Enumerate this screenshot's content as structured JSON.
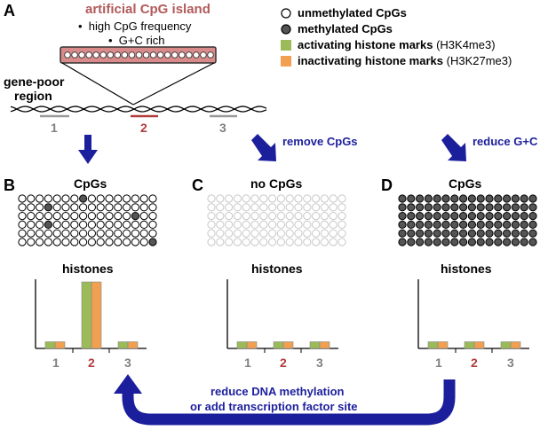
{
  "panel_labels": {
    "a": "A",
    "b": "B",
    "c": "C",
    "d": "D"
  },
  "island": {
    "title": "artificial CpG island",
    "bullets": [
      "high CpG frequency",
      "G+C rich"
    ],
    "circle_count": 21
  },
  "genome": {
    "label_line1": "gene-poor",
    "label_line2": "region",
    "sites": [
      "1",
      "2",
      "3"
    ]
  },
  "legend": [
    {
      "text": "unmethylated CpGs",
      "note": "",
      "symbol": "open-circle"
    },
    {
      "text": "methylated CpGs",
      "note": "",
      "symbol": "filled-circle"
    },
    {
      "text": "activating histone marks",
      "note": "(H3K4me3)",
      "symbol": "green-square"
    },
    {
      "text": "inactivating histone marks",
      "note": "(H3K27me3)",
      "symbol": "orange-square"
    }
  ],
  "arrows": {
    "remove_cpgs": "remove CpGs",
    "reduce_gc": "reduce G+C",
    "bottom_line1": "reduce DNA methylation",
    "bottom_line2": "or add transcription factor site"
  },
  "colors": {
    "activating": "#9bbb59",
    "inactivating": "#f0a050",
    "site2": "#b23c3c",
    "site_gray": "#808080",
    "blue": "#1c1f9c",
    "island_red": "#b25a5a"
  },
  "panels": [
    {
      "id": "B",
      "cpg_title": "CpGs",
      "histones_title": "histones",
      "methylated": [
        [
          0,
          7
        ],
        [
          1,
          3
        ],
        [
          2,
          13
        ],
        [
          3,
          3
        ],
        [
          5,
          15
        ]
      ],
      "all_methylated": false,
      "faded": false,
      "sites": [
        "1",
        "2",
        "3"
      ]
    },
    {
      "id": "C",
      "cpg_title": "no CpGs",
      "histones_title": "histones",
      "methylated": [],
      "all_methylated": false,
      "faded": true,
      "sites": [
        "1",
        "2",
        "3"
      ]
    },
    {
      "id": "D",
      "cpg_title": "CpGs",
      "histones_title": "histones",
      "methylated": [],
      "all_methylated": true,
      "faded": false,
      "sites": [
        "1",
        "2",
        "3"
      ]
    }
  ],
  "chart_data": [
    {
      "type": "bar",
      "title": "histones",
      "categories": [
        "1",
        "2",
        "3"
      ],
      "series": [
        {
          "name": "activating histone marks",
          "values": [
            0.1,
            1.0,
            0.1
          ]
        },
        {
          "name": "inactivating histone marks",
          "values": [
            0.1,
            1.0,
            0.1
          ]
        }
      ]
    },
    {
      "type": "bar",
      "title": "histones",
      "categories": [
        "1",
        "2",
        "3"
      ],
      "series": [
        {
          "name": "activating histone marks",
          "values": [
            0.1,
            0.1,
            0.1
          ]
        },
        {
          "name": "inactivating histone marks",
          "values": [
            0.1,
            0.1,
            0.1
          ]
        }
      ]
    },
    {
      "type": "bar",
      "title": "histones",
      "categories": [
        "1",
        "2",
        "3"
      ],
      "series": [
        {
          "name": "activating histone marks",
          "values": [
            0.1,
            0.1,
            0.1
          ]
        },
        {
          "name": "inactivating histone marks",
          "values": [
            0.1,
            0.1,
            0.1
          ]
        }
      ]
    }
  ]
}
